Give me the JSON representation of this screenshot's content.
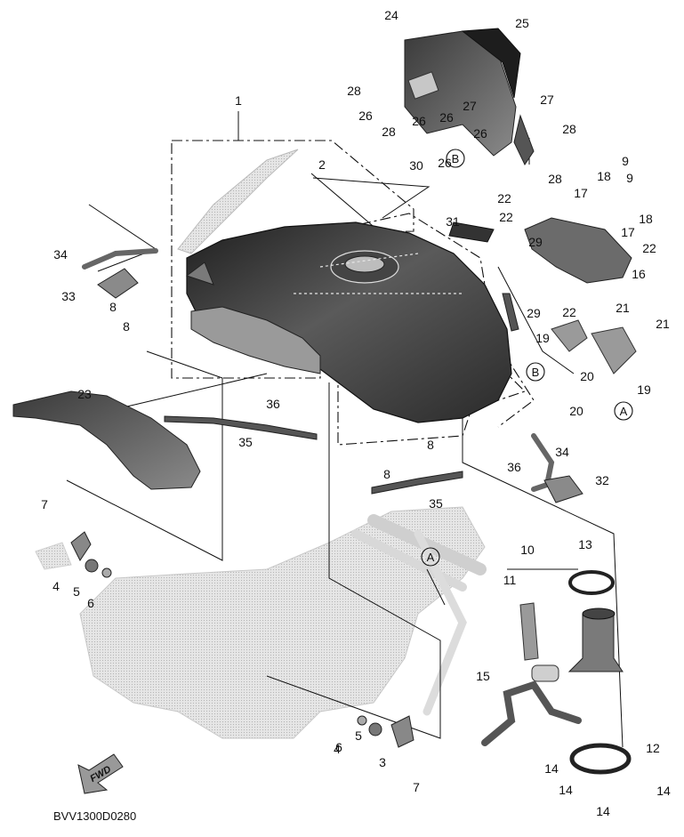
{
  "diagram": {
    "code": "BVV1300D0280",
    "fwd_label": "FWD",
    "reference_marks": [
      "A",
      "B"
    ],
    "callouts": [
      "1",
      "2",
      "3",
      "4",
      "5",
      "6",
      "7",
      "8",
      "9",
      "10",
      "11",
      "12",
      "13",
      "14",
      "15",
      "16",
      "17",
      "18",
      "19",
      "20",
      "21",
      "22",
      "23",
      "24",
      "25",
      "26",
      "27",
      "28",
      "29",
      "30",
      "31",
      "32",
      "33",
      "34",
      "35",
      "36"
    ]
  },
  "colors": {
    "ink": "#111111",
    "part_dark": "#2b2b2b",
    "part_mid": "#7a7a7a",
    "frame_light": "#d9d9d9",
    "background": "#ffffff"
  }
}
